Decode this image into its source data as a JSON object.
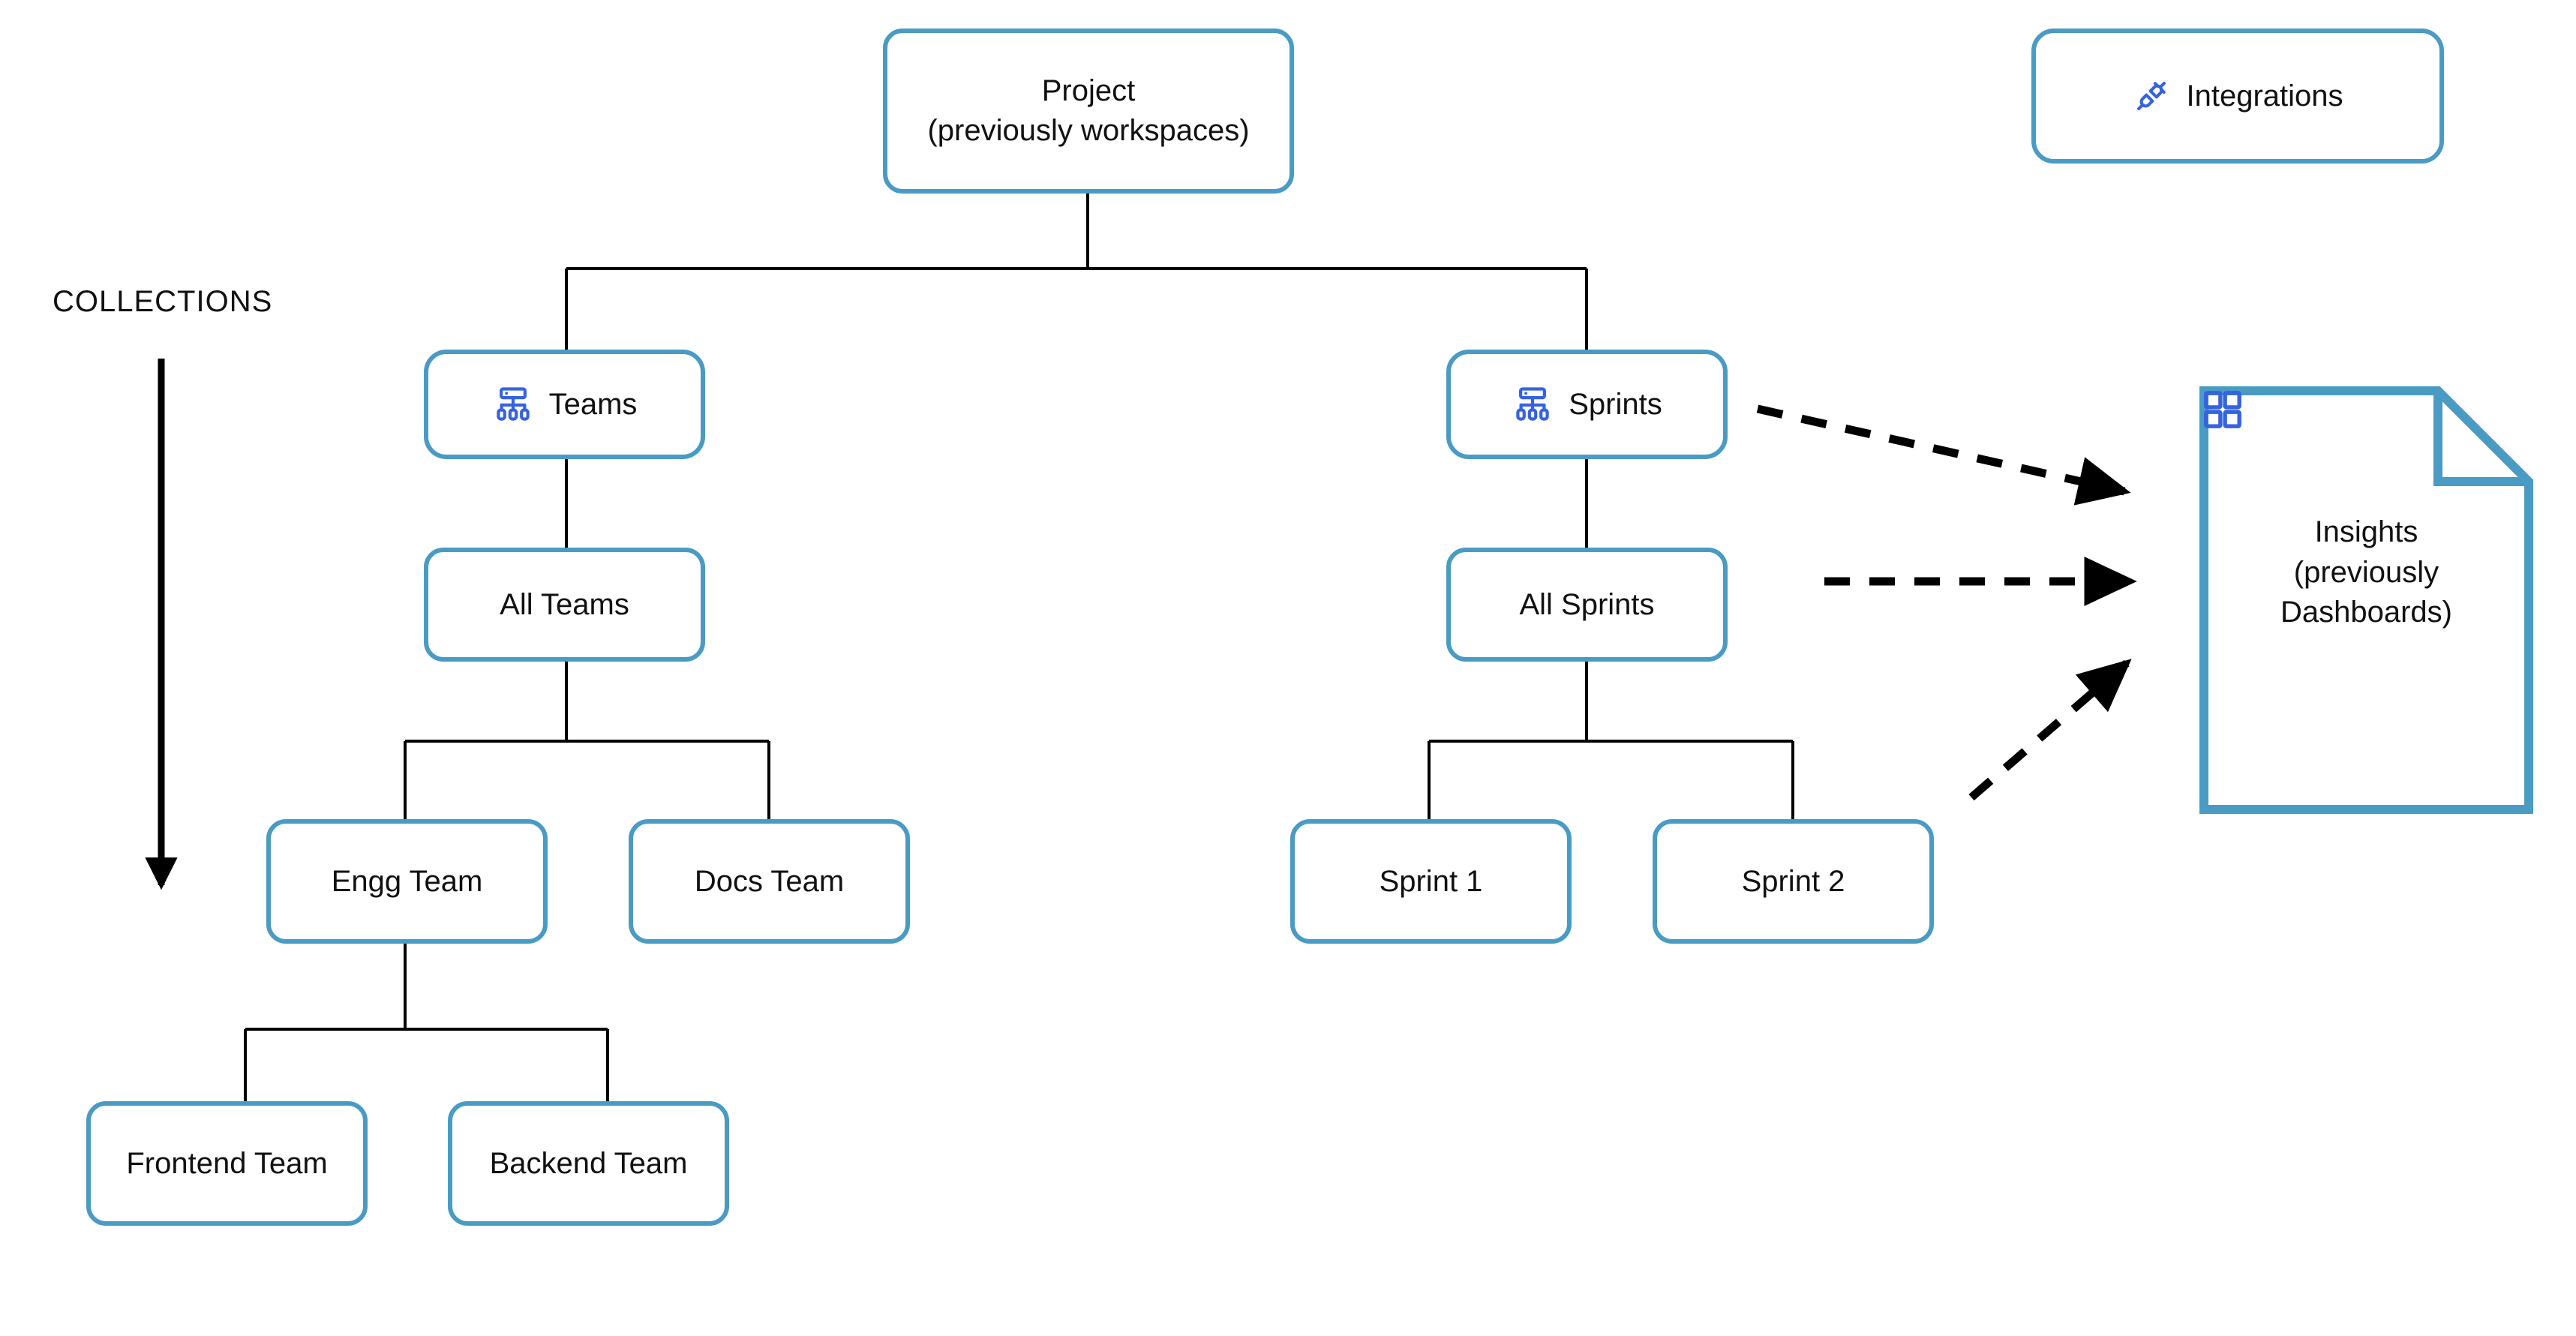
{
  "diagram": {
    "caption": "COLLECTIONS",
    "accent_border": "#4a9bc4",
    "icon_blue": "#3563e0",
    "edge_color": "#000000",
    "background": "#ffffff"
  },
  "nodes": {
    "project": {
      "label": "Project\n(previously workspaces)"
    },
    "integrations": {
      "label": "Integrations",
      "icon": "plug-connector-icon"
    },
    "teams": {
      "label": "Teams",
      "icon": "hierarchy-icon"
    },
    "all_teams": {
      "label": "All Teams"
    },
    "engg_team": {
      "label": "Engg Team"
    },
    "docs_team": {
      "label": "Docs Team"
    },
    "frontend_team": {
      "label": "Frontend Team"
    },
    "backend_team": {
      "label": "Backend Team"
    },
    "sprints": {
      "label": "Sprints",
      "icon": "hierarchy-icon"
    },
    "all_sprints": {
      "label": "All Sprints"
    },
    "sprint_1": {
      "label": "Sprint 1"
    },
    "sprint_2": {
      "label": "Sprint 2"
    },
    "insights": {
      "label": "Insights\n(previously\nDashboards)",
      "icon": "dashboard-grid-icon"
    }
  }
}
